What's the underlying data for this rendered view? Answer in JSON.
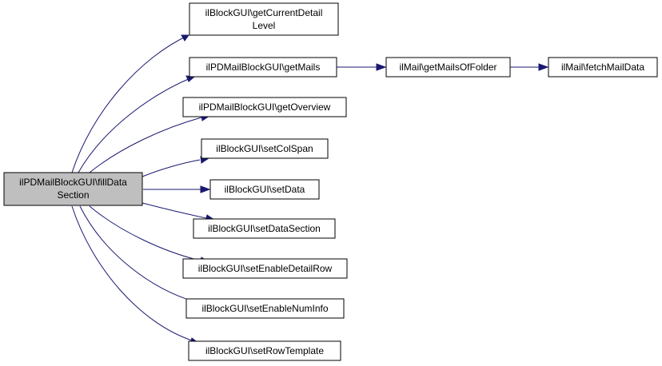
{
  "graph": {
    "root": {
      "label_line1": "ilPDMailBlockGUI\\fillData",
      "label_line2": "Section"
    },
    "nodes": {
      "getCurrentDetailLevel": {
        "line1": "ilBlockGUI\\getCurrentDetail",
        "line2": "Level"
      },
      "getMails": {
        "line1": "ilPDMailBlockGUI\\getMails"
      },
      "getMailsOfFolder": {
        "line1": "ilMail\\getMailsOfFolder"
      },
      "fetchMailData": {
        "line1": "ilMail\\fetchMailData"
      },
      "getOverview": {
        "line1": "ilPDMailBlockGUI\\getOverview"
      },
      "setColSpan": {
        "line1": "ilBlockGUI\\setColSpan"
      },
      "setData": {
        "line1": "ilBlockGUI\\setData"
      },
      "setDataSection": {
        "line1": "ilBlockGUI\\setDataSection"
      },
      "setEnableDetailRow": {
        "line1": "ilBlockGUI\\setEnableDetailRow"
      },
      "setEnableNumInfo": {
        "line1": "ilBlockGUI\\setEnableNumInfo"
      },
      "setRowTemplate": {
        "line1": "ilBlockGUI\\setRowTemplate"
      }
    },
    "edges": [
      {
        "from": "root",
        "to": "getCurrentDetailLevel"
      },
      {
        "from": "root",
        "to": "getMails"
      },
      {
        "from": "root",
        "to": "getOverview"
      },
      {
        "from": "root",
        "to": "setColSpan"
      },
      {
        "from": "root",
        "to": "setData"
      },
      {
        "from": "root",
        "to": "setDataSection"
      },
      {
        "from": "root",
        "to": "setEnableDetailRow"
      },
      {
        "from": "root",
        "to": "setEnableNumInfo"
      },
      {
        "from": "root",
        "to": "setRowTemplate"
      },
      {
        "from": "getMails",
        "to": "getMailsOfFolder"
      },
      {
        "from": "getMailsOfFolder",
        "to": "fetchMailData"
      }
    ],
    "colors": {
      "edge": "#191970",
      "root_fill": "#bfbfbf",
      "node_fill": "#ffffff"
    }
  }
}
